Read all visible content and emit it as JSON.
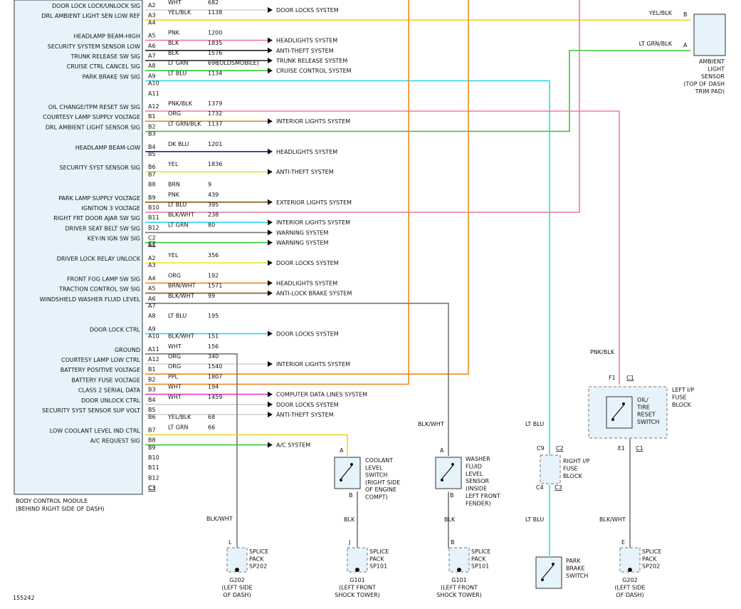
{
  "module": {
    "name_line1": "BODY CONTROL MODULE",
    "name_line2": "(BEHIND RIGHT SIDE OF DASH)"
  },
  "figure_id": "155242",
  "connector_c2": "C2",
  "connector_c3": "C3",
  "pins": [
    {
      "signal": "DOOR LOCK LOCK/UNLOCK SIG",
      "pin": "A2",
      "wire": "WHT",
      "circuit": "682",
      "dest": "DOOR LOCKS SYSTEM",
      "color": "#d0d0d0",
      "arrow": true
    },
    {
      "signal": "DRL AMBIENT LIGHT SEN LOW REF",
      "pin": "A3",
      "wire": "YEL/BLK",
      "circuit": "1138",
      "dest": "",
      "color": "#e6d62a",
      "arrow": false
    },
    {
      "signal": "",
      "pin": "A4",
      "wire": "",
      "circuit": "",
      "dest": "",
      "color": "",
      "arrow": false
    },
    {
      "signal": "HEADLAMP BEAM-HIGH",
      "pin": "A5",
      "wire": "PNK",
      "circuit": "1200",
      "dest": "HEADLIGHTS SYSTEM",
      "color": "#f07a9a",
      "arrow": true
    },
    {
      "signal": "SECURITY SYSTEM SENSOR LOW",
      "pin": "A6",
      "wire": "BLK",
      "circuit": "1835",
      "dest": "ANTI-THEFT SYSTEM",
      "color": "#222222",
      "arrow": true
    },
    {
      "signal": "TRUNK RELEASE SW SIG",
      "pin": "A7",
      "wire": "BLK",
      "circuit": "1576",
      "dest": "TRUNK RELEASE SYSTEM",
      "color": "#222222",
      "arrow": true
    },
    {
      "signal": "CRUISE CTRL CANCEL SIG",
      "pin": "A8",
      "wire": "LT GRN",
      "circuit": "696",
      "note": "(OLDSMOBILE)",
      "dest": "CRUISE CONTROL SYSTEM",
      "color": "#33cc33",
      "arrow": true
    },
    {
      "signal": "PARK BRAKE SW SIG",
      "pin": "A9",
      "wire": "LT BLU",
      "circuit": "1134",
      "dest": "",
      "color": "#33d6e6",
      "arrow": false
    },
    {
      "signal": "",
      "pin": "A10",
      "wire": "",
      "circuit": "",
      "dest": "",
      "color": "",
      "arrow": false
    },
    {
      "signal": "",
      "pin": "A11",
      "wire": "",
      "circuit": "",
      "dest": "",
      "color": "",
      "arrow": false
    },
    {
      "signal": "OIL CHANGE/TPM RESET SW SIG",
      "pin": "A12",
      "wire": "PNK/BLK",
      "circuit": "1379",
      "dest": "",
      "color": "#f07a9a",
      "arrow": false
    },
    {
      "signal": "COURTESY LAMP SUPPLY VOLTAGE",
      "pin": "B1",
      "wire": "ORG",
      "circuit": "1732",
      "dest": "INTERIOR LIGHTS SYSTEM",
      "color": "#f08a20",
      "arrow": true
    },
    {
      "signal": "DRL AMBIENT LIGHT SENSOR SIG",
      "pin": "B2",
      "wire": "LT GRN/BLK",
      "circuit": "1137",
      "dest": "",
      "color": "#33cc33",
      "arrow": false
    },
    {
      "signal": "",
      "pin": "B3",
      "wire": "",
      "circuit": "",
      "dest": "",
      "color": "",
      "arrow": false
    },
    {
      "signal": "HEADLAMP BEAM-LOW",
      "pin": "B4",
      "wire": "DK BLU",
      "circuit": "1201",
      "dest": "HEADLIGHTS SYSTEM",
      "color": "#1a2a8c",
      "arrow": true
    },
    {
      "signal": "",
      "pin": "B5",
      "wire": "",
      "circuit": "",
      "dest": "",
      "color": "",
      "arrow": false
    },
    {
      "signal": "SECURITY SYST SENSOR SIG",
      "pin": "B6",
      "wire": "YEL",
      "circuit": "1836",
      "dest": "ANTI-THEFT SYSTEM",
      "color": "#e6e62a",
      "arrow": true
    },
    {
      "signal": "",
      "pin": "B7",
      "wire": "",
      "circuit": "",
      "dest": "",
      "color": "",
      "arrow": false
    },
    {
      "signal": "",
      "pin": "B8",
      "wire": "BRN",
      "circuit": "9",
      "dest": "",
      "color": "",
      "arrow": false
    },
    {
      "signal": "PARK LAMP SUPPLY VOLTAGE",
      "pin": "B9",
      "wire": "PNK",
      "circuit": "439",
      "dest": "EXTERIOR LIGHTS SYSTEM",
      "color": "#8a5a1a",
      "arrow": true
    },
    {
      "signal": "IGNITION 3 VOLTAGE",
      "pin": "B10",
      "wire": "LT BLU",
      "circuit": "395",
      "dest": "",
      "color": "#f07a9a",
      "arrow": false
    },
    {
      "signal": "RIGHT FRT DOOR AJAR SW SIG",
      "pin": "B11",
      "wire": "BLK/WHT",
      "circuit": "238",
      "dest": "INTERIOR LIGHTS SYSTEM",
      "color": "#33d6e6",
      "arrow": true
    },
    {
      "signal": "DRIVER SEAT BELT SW SIG",
      "pin": "B12",
      "wire": "LT GRN",
      "circuit": "80",
      "dest": "WARNING SYSTEM",
      "color": "#777777",
      "arrow": true
    },
    {
      "signal": "KEY-IN IGN SW SIG",
      "pin": "C2",
      "wire": "",
      "circuit": "",
      "dest": "WARNING SYSTEM",
      "color": "#33cc33",
      "arrow": true
    },
    {
      "signal": "",
      "pin": "A1",
      "wire": "",
      "circuit": "",
      "dest": "",
      "color": "",
      "arrow": false
    },
    {
      "signal": "DRIVER LOCK RELAY UNLOCK",
      "pin": "A2",
      "wire": "YEL",
      "circuit": "356",
      "dest": "DOOR LOCKS SYSTEM",
      "color": "#e6e62a",
      "arrow": true
    },
    {
      "signal": "",
      "pin": "A3",
      "wire": "",
      "circuit": "",
      "dest": "",
      "color": "",
      "arrow": false
    },
    {
      "signal": "FRONT FOG LAMP SW SIG",
      "pin": "A4",
      "wire": "ORG",
      "circuit": "192",
      "dest": "HEADLIGHTS SYSTEM",
      "color": "#f08a20",
      "arrow": true
    },
    {
      "signal": "TRACTION CONTROL SW SIG",
      "pin": "A5",
      "wire": "BRN/WHT",
      "circuit": "1571",
      "dest": "ANTI-LOCK BRAKE SYSTEM",
      "color": "#8a5a1a",
      "arrow": true
    },
    {
      "signal": "WINDSHIELD WASHER FLUID LEVEL",
      "pin": "A6",
      "wire": "BLK/WHT",
      "circuit": "99",
      "dest": "",
      "color": "#777777",
      "arrow": false
    },
    {
      "signal": "",
      "pin": "A7",
      "wire": "",
      "circuit": "",
      "dest": "",
      "color": "",
      "arrow": false
    },
    {
      "signal": "",
      "pin": "A8",
      "wire": "LT BLU",
      "circuit": "195",
      "dest": "",
      "color": "",
      "arrow": false
    },
    {
      "signal": "DOOR LOCK CTRL",
      "pin": "A9",
      "wire": "",
      "circuit": "",
      "dest": "DOOR LOCKS SYSTEM",
      "color": "#33d6e6",
      "arrow": true
    },
    {
      "signal": "",
      "pin": "A10",
      "wire": "BLK/WHT",
      "circuit": "151",
      "dest": "",
      "color": "",
      "arrow": false
    },
    {
      "signal": "GROUND",
      "pin": "A11",
      "wire": "WHT",
      "circuit": "156",
      "dest": "",
      "color": "#777777",
      "arrow": false
    },
    {
      "signal": "COURTESY LAMP LOW CTRL",
      "pin": "A12",
      "wire": "ORG",
      "circuit": "340",
      "dest": "INTERIOR LIGHTS SYSTEM",
      "color": "#d0d0d0",
      "arrow": true
    },
    {
      "signal": "BATTERY POSITIVE VOLTAGE",
      "pin": "B1",
      "wire": "ORG",
      "circuit": "1540",
      "dest": "",
      "color": "#f08a20",
      "arrow": false
    },
    {
      "signal": "BATTERY FUSE VOLTAGE",
      "pin": "B2",
      "wire": "PPL",
      "circuit": "1807",
      "dest": "",
      "color": "#f08a20",
      "arrow": false
    },
    {
      "signal": "CLASS 2 SERIAL DATA",
      "pin": "B3",
      "wire": "WHT",
      "circuit": "194",
      "dest": "COMPUTER DATA LINES SYSTEM",
      "color": "#e03ad0",
      "arrow": true
    },
    {
      "signal": "DOOR UNLOCK CTRL",
      "pin": "B4",
      "wire": "WHT",
      "circuit": "1459",
      "dest": "DOOR LOCKS SYSTEM",
      "color": "#d0d0d0",
      "arrow": true
    },
    {
      "signal": "SECURITY SYST SENSOR SUP VOLT",
      "pin": "B5",
      "wire": "",
      "circuit": "",
      "dest": "ANTI-THEFT SYSTEM",
      "color": "#d0d0d0",
      "arrow": true
    },
    {
      "signal": "",
      "pin": "B6",
      "wire": "YEL/BLK",
      "circuit": "68",
      "dest": "",
      "color": "",
      "arrow": false
    },
    {
      "signal": "LOW COOLANT LEVEL IND CTRL",
      "pin": "B7",
      "wire": "LT GRN",
      "circuit": "66",
      "dest": "",
      "color": "#e6d62a",
      "arrow": false
    },
    {
      "signal": "A/C REQUEST SIG",
      "pin": "B8",
      "wire": "",
      "circuit": "",
      "dest": "A/C SYSTEM",
      "color": "#33cc33",
      "arrow": true
    },
    {
      "signal": "",
      "pin": "B9",
      "wire": "",
      "circuit": "",
      "dest": "",
      "color": "",
      "arrow": false
    },
    {
      "signal": "",
      "pin": "B10",
      "wire": "",
      "circuit": "",
      "dest": "",
      "color": "",
      "arrow": false
    },
    {
      "signal": "",
      "pin": "B11",
      "wire": "",
      "circuit": "",
      "dest": "",
      "color": "",
      "arrow": false
    },
    {
      "signal": "",
      "pin": "B12",
      "wire": "",
      "circuit": "",
      "dest": "",
      "color": "",
      "arrow": false
    },
    {
      "signal": "",
      "pin": "C3",
      "wire": "",
      "circuit": "",
      "dest": "",
      "color": "",
      "arrow": false
    }
  ],
  "ambient_sensor": {
    "pin_b": "B",
    "pin_a": "A",
    "wire_b": "YEL/BLK",
    "wire_a": "LT GRN/BLK",
    "label": [
      "AMBIENT",
      "LIGHT",
      "SENSOR",
      "(TOP OF DASH",
      "TRIM PAD)"
    ]
  },
  "coolant_switch": {
    "pin_a": "A",
    "pin_b": "B",
    "label": [
      "COOLANT",
      "LEVEL",
      "SWITCH",
      "(RIGHT SIDE",
      "OF ENGINE",
      "COMPT)"
    ],
    "wire_below": "BLK"
  },
  "washer_sensor": {
    "pin_a": "A",
    "pin_b": "B",
    "wire_above": "BLK/WHT",
    "label": [
      "WASHER",
      "FLUID",
      "LEVEL",
      "SENSOR",
      "(INSIDE",
      "LEFT FRONT",
      "FENDER)"
    ],
    "wire_below": "BLK"
  },
  "right_fuse_block": {
    "pin_top": "C9",
    "conn_top": "C2",
    "pin_bottom": "C4",
    "conn_bottom": "C3",
    "label": [
      "RIGHT I/P",
      "FUSE",
      "BLOCK"
    ],
    "wire_above": "LT BLU",
    "wire_below": "LT BLU"
  },
  "park_brake_switch": {
    "label": [
      "PARK",
      "BRAKE",
      "SWITCH"
    ]
  },
  "oil_reset": {
    "wire_above": "PNK/BLK",
    "pin_top": "F1",
    "conn_top": "C1",
    "pin_bottom": "E1",
    "conn_bottom": "C1",
    "block_label": [
      "LEFT I/P",
      "FUSE",
      "BLOCK"
    ],
    "switch_label": [
      "OIL/",
      "TIRE",
      "RESET",
      "SWITCH"
    ],
    "wire_below": "BLK/WHT"
  },
  "splices": [
    {
      "pin": "L",
      "label": [
        "SPLICE",
        "PACK",
        "SP202"
      ],
      "ground": [
        "G202",
        "(LEFT SIDE",
        "OF DASH)"
      ],
      "wire_above": "BLK/WHT"
    },
    {
      "pin": "J",
      "label": [
        "SPLICE",
        "PACK",
        "SP101"
      ],
      "ground": [
        "G101",
        "(LEFT FRONT",
        "SHOCK TOWER)"
      ],
      "wire_above": ""
    },
    {
      "pin": "B",
      "label": [
        "SPLICE",
        "PACK",
        "SP101"
      ],
      "ground": [
        "G101",
        "(LEFT FRONT",
        "SHOCK TOWER)"
      ],
      "wire_above": ""
    },
    {
      "pin": "E",
      "label": [
        "SPLICE",
        "PACK",
        "SP202"
      ],
      "ground": [
        "G202",
        "(LEFT SIDE",
        "OF DASH)"
      ],
      "wire_above": ""
    }
  ]
}
